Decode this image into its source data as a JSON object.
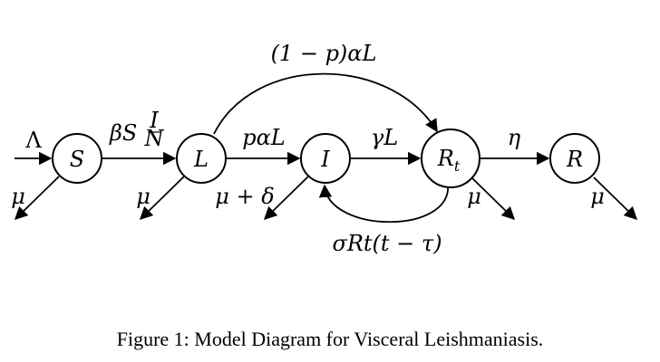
{
  "nodes": {
    "S": {
      "label": "S"
    },
    "L": {
      "label": "L"
    },
    "I": {
      "label": "I"
    },
    "Rt": {
      "label": "R",
      "sub": "t"
    },
    "R": {
      "label": "R"
    }
  },
  "edge_labels": {
    "inflow": "Λ",
    "s_to_l": {
      "pre": "βS",
      "frac_num": "I",
      "frac_den": "N"
    },
    "l_to_i": "pαL",
    "i_to_rt": "γL",
    "rt_to_r": "η",
    "l_to_rt_top": "(1 − p)αL",
    "rt_to_i_bottom": "σRt(t − τ)",
    "s_out": "μ",
    "l_out": "μ",
    "i_out": "μ + δ",
    "rt_out": "μ",
    "r_out": "μ"
  },
  "caption": "Figure 1: Model Diagram for Visceral Leishmaniasis."
}
